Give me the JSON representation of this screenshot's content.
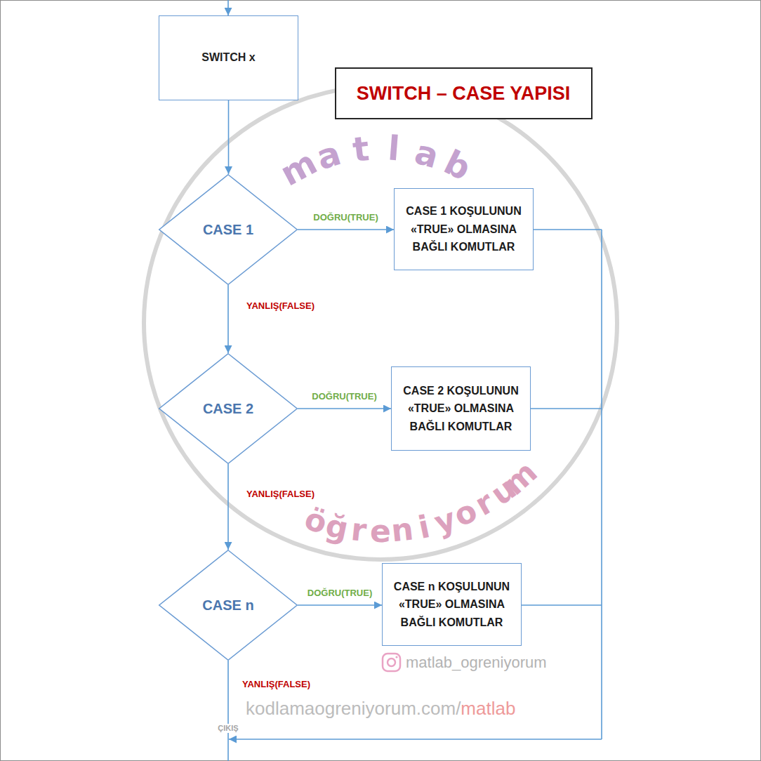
{
  "diagram": {
    "title": "SWITCH – CASE YAPISI",
    "nodes": [
      {
        "text": [
          "SWITCH x"
        ]
      },
      {
        "text": [
          "CASE 1"
        ]
      },
      {
        "text": [
          "CASE 1 KOŞULUNUN «TRUE» OLMASINA BAĞLI KOMUTLAR"
        ]
      },
      {
        "text": [
          "CASE 2"
        ]
      },
      {
        "text": [
          "CASE 2 KOŞULUNUN «TRUE» OLMASINA BAĞLI KOMUTLAR"
        ]
      },
      {
        "text": [
          "CASE n"
        ]
      },
      {
        "text": [
          "CASE n KOŞULUNUN «TRUE» OLMASINA BAĞLI KOMUTLAR"
        ]
      }
    ],
    "edges": [
      {
        "from": 0,
        "to": 1,
        "arrow": "to"
      },
      {
        "from": 1,
        "to": 2,
        "label": "DOĞRU(TRUE)",
        "arrow": "to"
      },
      {
        "from": 1,
        "to": 3,
        "label": "YANLIŞ(FALSE)",
        "arrow": "to"
      },
      {
        "from": 3,
        "to": 4,
        "label": "DOĞRU(TRUE)",
        "arrow": "to"
      },
      {
        "from": 3,
        "to": 5,
        "label": "YANLIŞ(FALSE)",
        "arrow": "to"
      },
      {
        "from": 5,
        "to": 6,
        "label": "DOĞRU(TRUE)",
        "arrow": "to"
      }
    ],
    "labels": [
      "YANLIŞ(FALSE)",
      "ÇIKIŞ",
      "matlab",
      "öğreniyorum",
      "matlab_ogreniyorum",
      "kodlamaogreniyorum.com/",
      "matlab"
    ]
  }
}
